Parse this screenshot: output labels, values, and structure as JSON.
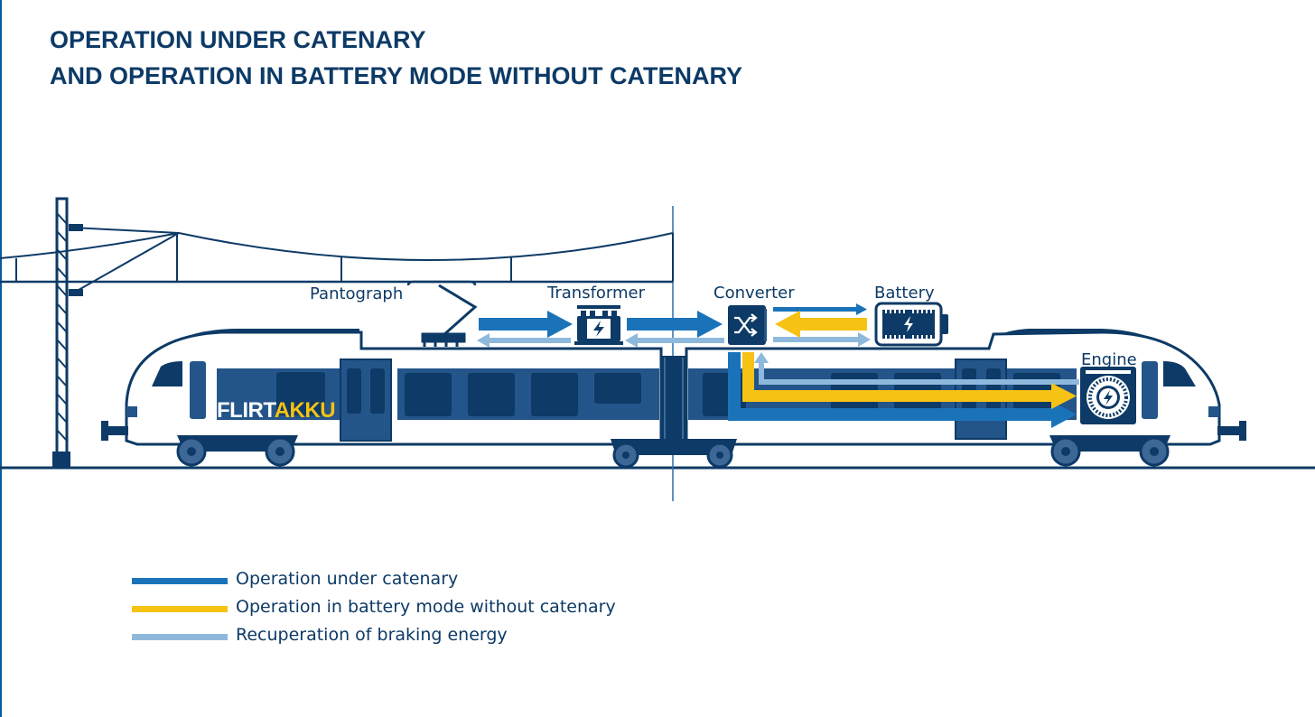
{
  "title": {
    "line1": "OPERATION UNDER CATENARY",
    "line2": "AND OPERATION IN BATTERY MODE WITHOUT CATENARY"
  },
  "components": {
    "pantograph": "Pantograph",
    "transformer": "Transformer",
    "converter": "Converter",
    "battery": "Battery",
    "engine": "Engine"
  },
  "brand": {
    "part1": "FLIRT",
    "part2": "AKKU"
  },
  "icons": {
    "transformer": "bolt-icon",
    "converter": "shuffle-icon",
    "battery": "battery-icon",
    "engine": "motor-icon"
  },
  "legend": [
    {
      "label": "Operation under catenary",
      "color": "#1a73b8"
    },
    {
      "label": "Operation in battery mode without catenary",
      "color": "#f6c214"
    },
    {
      "label": "Recuperation of braking energy",
      "color": "#8fb9dc"
    }
  ],
  "colors": {
    "navy": "#0d3a66",
    "catenary_blue": "#1a73b8",
    "battery_yellow": "#f6c214",
    "recuperation_light_blue": "#8fb9dc",
    "body_panel_blue": "#24558a"
  }
}
